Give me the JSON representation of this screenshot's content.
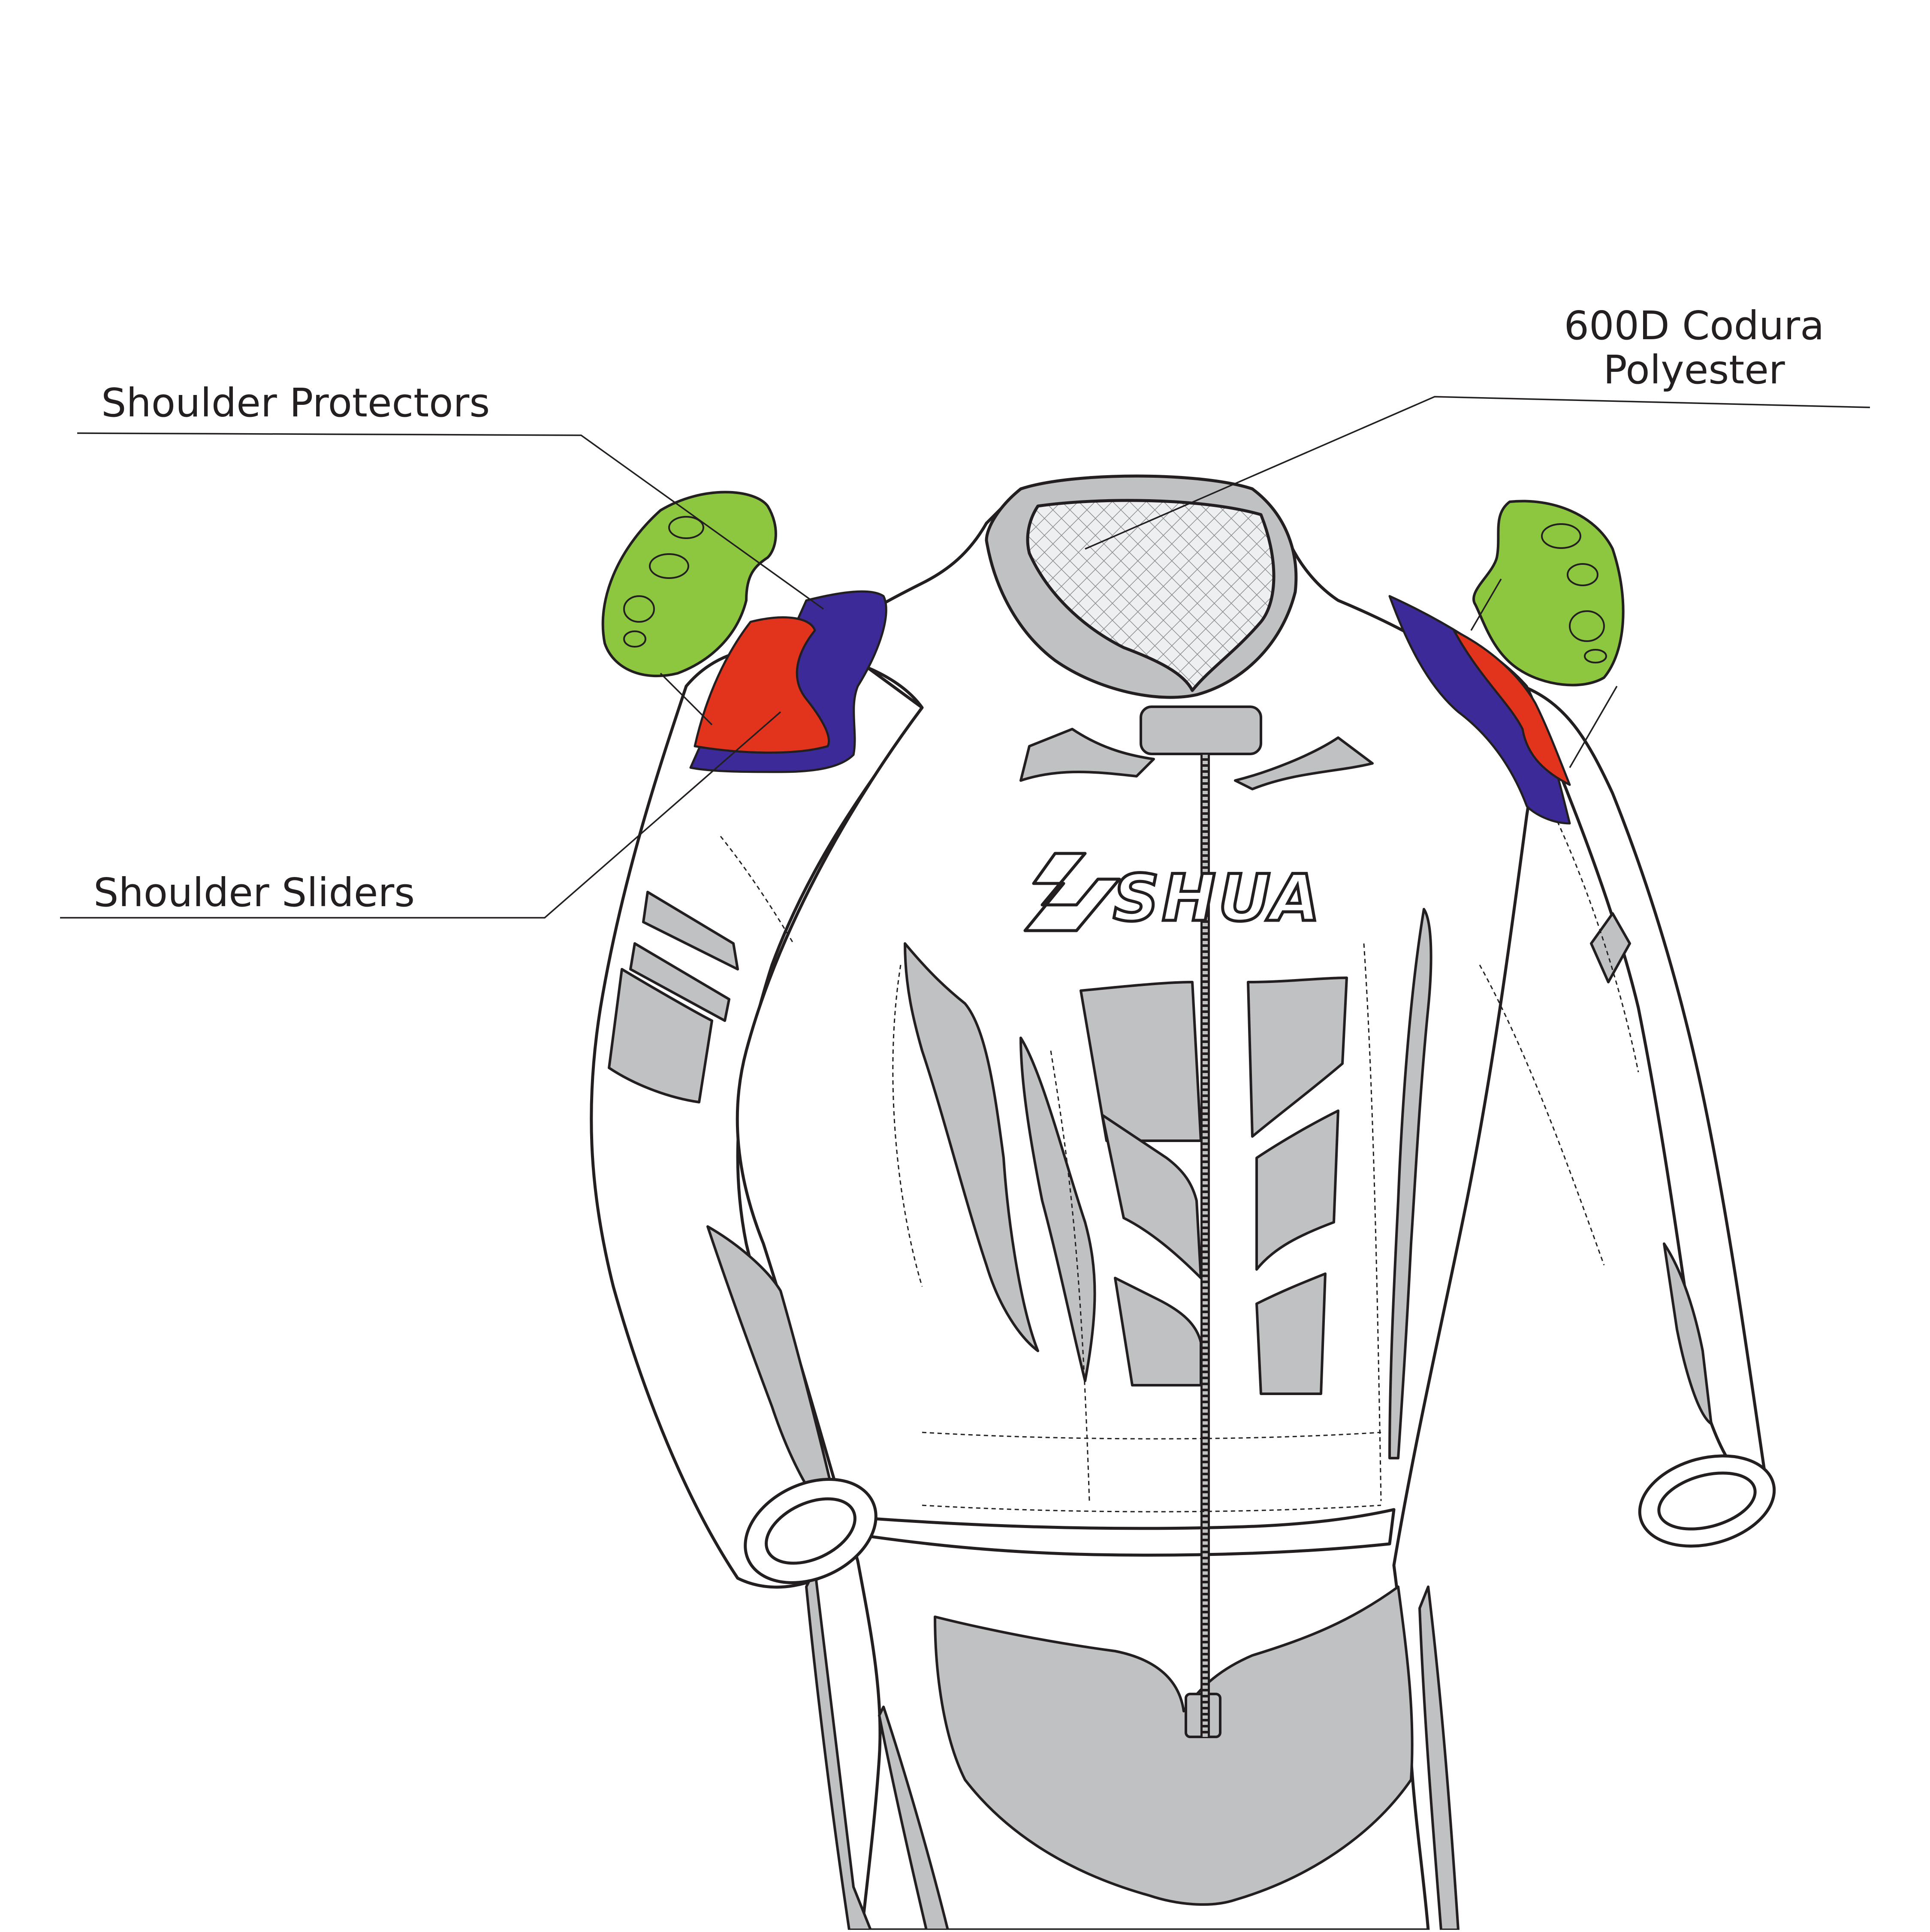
{
  "callouts": {
    "shoulder_protectors": "Shoulder Protectors",
    "codura_line1": "600D Codura",
    "codura_line2": "Polyester",
    "shoulder_sliders": "Shoulder Sliders"
  },
  "brand": {
    "logo_text": "SHUA"
  },
  "colors": {
    "outline": "#231f20",
    "panel_grey": "#c0c1c3",
    "protector_green": "#8dc63f",
    "slider_red": "#e2341d",
    "slider_blue": "#3b2a97",
    "mesh": "#e9eaeb"
  }
}
